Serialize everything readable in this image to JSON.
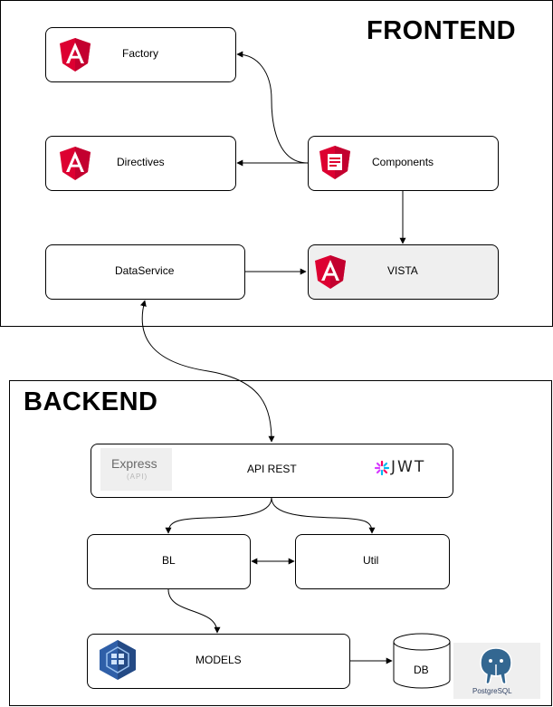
{
  "frontend": {
    "title": "FRONTEND",
    "nodes": {
      "factory": "Factory",
      "directives": "Directives",
      "components": "Components",
      "dataservice": "DataService",
      "vista": "VISTA"
    }
  },
  "backend": {
    "title": "BACKEND",
    "nodes": {
      "api_rest": "API REST",
      "bl": "BL",
      "util": "Util",
      "models": "MODELS",
      "db": "DB"
    },
    "logos": {
      "express": "Express",
      "express_sub": "(API)",
      "jwt": "JWT",
      "postgres": "PostgreSQL"
    }
  },
  "colors": {
    "angular_red": "#dd0031",
    "angular_dark": "#c3002f",
    "node_fill": "#ffffff",
    "vista_fill": "#efefef",
    "sequelize_blue": "#2f5fa8"
  },
  "icons": [
    "angular-icon",
    "components-icon",
    "express-logo",
    "jwt-logo",
    "sequelize-icon",
    "postgresql-logo"
  ]
}
